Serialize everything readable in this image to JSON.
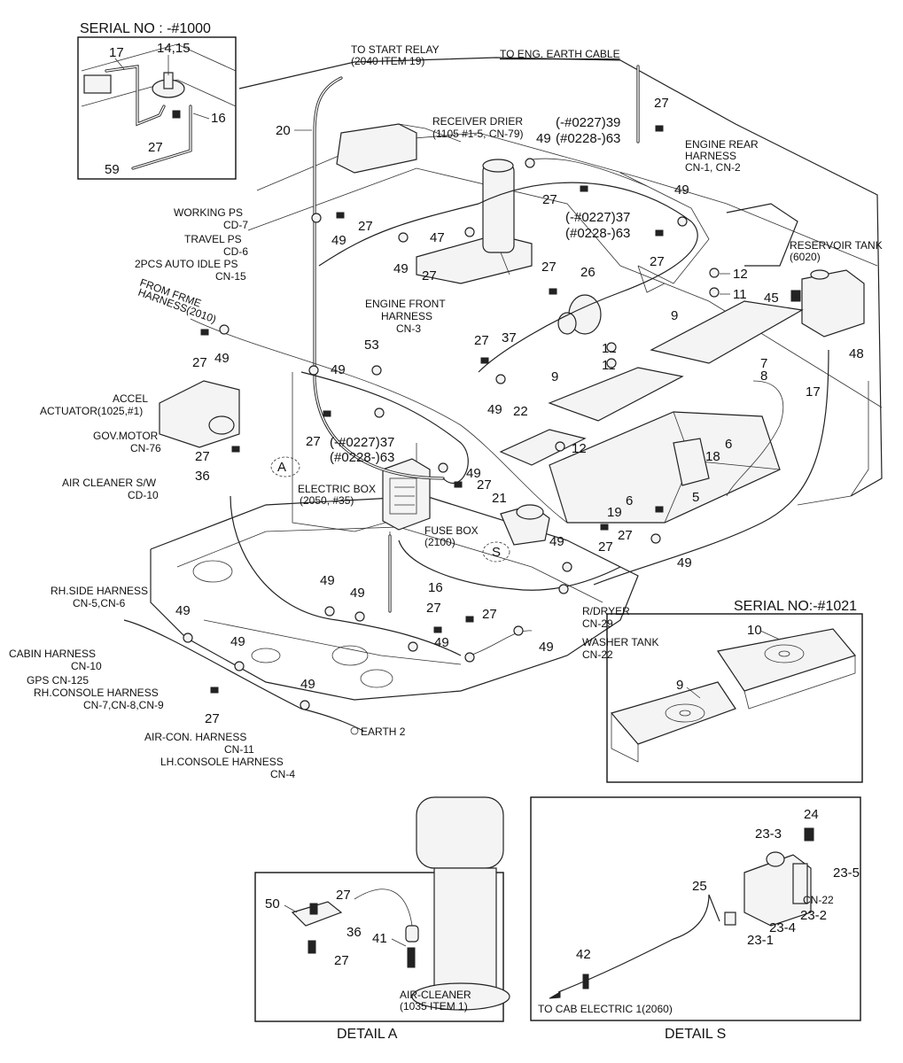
{
  "inset_serial_1000": {
    "title": "SERIAL NO : -#1000",
    "callouts": [
      "17",
      "14,15",
      "16",
      "27",
      "59"
    ]
  },
  "inset_serial_1021": {
    "title": "SERIAL NO:-#1021",
    "callouts": [
      "10",
      "9"
    ]
  },
  "detail_a": {
    "title": "DETAIL  A",
    "callouts": [
      "27",
      "50",
      "36",
      "41",
      "27"
    ],
    "air_cleaner_label": "AIR-CLEANER",
    "air_cleaner_ref": "(1035 ITEM 1)"
  },
  "detail_s": {
    "title": "DETAIL  S",
    "callouts": [
      "24",
      "23-3",
      "23-5",
      "CN-22",
      "23-2",
      "23-4",
      "23-1",
      "25",
      "42"
    ],
    "to_cab_label": "TO CAB ELECTRIC 1(2060)"
  },
  "labels": {
    "to_start_relay": "TO START RELAY",
    "to_start_relay_ref": "(2040 ITEM 19)",
    "to_eng_earth": "TO ENG. EARTH CABLE",
    "receiver_drier": "RECEIVER DRIER",
    "receiver_drier_ref": "(1105 #1-5, CN-79)",
    "serial_39": "(-#0227)39",
    "serial_63a": "(#0228-)63",
    "engine_rear": "ENGINE REAR",
    "harness": "HARNESS",
    "engine_rear_cn": "CN-1, CN-2",
    "serial_37a": "(-#0227)37",
    "serial_63b": "(#0228-)63",
    "reservoir_tank": "RESERVOIR TANK",
    "reservoir_ref": "(6020)",
    "working_ps": "WORKING PS",
    "working_ps_cd": "CD-7",
    "travel_ps": "TRAVEL PS",
    "travel_ps_cd": "CD-6",
    "auto_idle": "2PCS AUTO IDLE PS",
    "auto_idle_cn": "CN-15",
    "from_frame": "FROM FRME",
    "from_frame2": "HARNESS(2010)",
    "engine_front": "ENGINE FRONT",
    "engine_front_h": "HARNESS",
    "engine_front_cn": "CN-3",
    "accel": "ACCEL",
    "accel_actuator": "ACTUATOR(1025,#1)",
    "gov_motor": "GOV.MOTOR",
    "gov_motor_cn": "CN-76",
    "air_cleaner_sw": "AIR CLEANER S/W",
    "air_cleaner_cd": "CD-10",
    "serial_37b": "(-#0227)37",
    "serial_63c": "(#0228-)63",
    "electric_box": "ELECTRIC BOX",
    "electric_box_ref": "(2050, #35)",
    "fuse_box": "FUSE BOX",
    "fuse_box_ref": "(2100)",
    "rh_side": "RH.SIDE HARNESS",
    "rh_side_cn": "CN-5,CN-6",
    "cabin": "CABIN HARNESS",
    "cabin_cn": "CN-10",
    "gps": "GPS CN-125",
    "rh_console": "RH.CONSOLE HARNESS",
    "rh_console_cn": "CN-7,CN-8,CN-9",
    "air_con": "AIR-CON. HARNESS",
    "air_con_cn": "CN-11",
    "lh_console": "LH.CONSOLE HARNESS",
    "lh_console_cn": "CN-4",
    "earth2": "EARTH 2",
    "rdryer": "R/DRYER",
    "rdryer_cn": "CN-29",
    "washer": "WASHER TANK",
    "washer_cn": "CN-22",
    "detail_a_marker": "A",
    "detail_s_marker": "S"
  },
  "callouts": {
    "n20": "20",
    "n27a": "27",
    "n49a": "49",
    "n27b": "27",
    "n49b": "49",
    "n27c": "27",
    "n47": "47",
    "n49c": "49",
    "n27d": "27",
    "n27e": "27",
    "n26": "26",
    "n27f": "27",
    "n49d": "49",
    "n27g": "27",
    "n12a": "12",
    "n11a": "11",
    "n45": "45",
    "n48": "48",
    "n9a": "9",
    "n53": "53",
    "n49e": "49",
    "n27h": "27",
    "n49f": "49",
    "n37": "37",
    "n12b": "12",
    "n11b": "11",
    "n9b": "9",
    "n7": "7",
    "n8": "8",
    "n17": "17",
    "n27i": "27",
    "n49g": "49",
    "n49h": "49",
    "n22": "22",
    "n12c": "12",
    "n6a": "6",
    "n18": "18",
    "n6b": "6",
    "n5": "5",
    "n27j": "27",
    "n36": "36",
    "n27k": "27",
    "n21": "21",
    "n19": "19",
    "n49i": "49",
    "n27l": "27",
    "n27m": "27",
    "n49j": "49",
    "n16": "16",
    "n49k": "49",
    "n49l": "49",
    "n27n": "27",
    "n27o": "27",
    "n49m": "49",
    "n49n": "49",
    "n49o": "49",
    "n49p": "49",
    "n27p": "27",
    "n49q": "49"
  }
}
